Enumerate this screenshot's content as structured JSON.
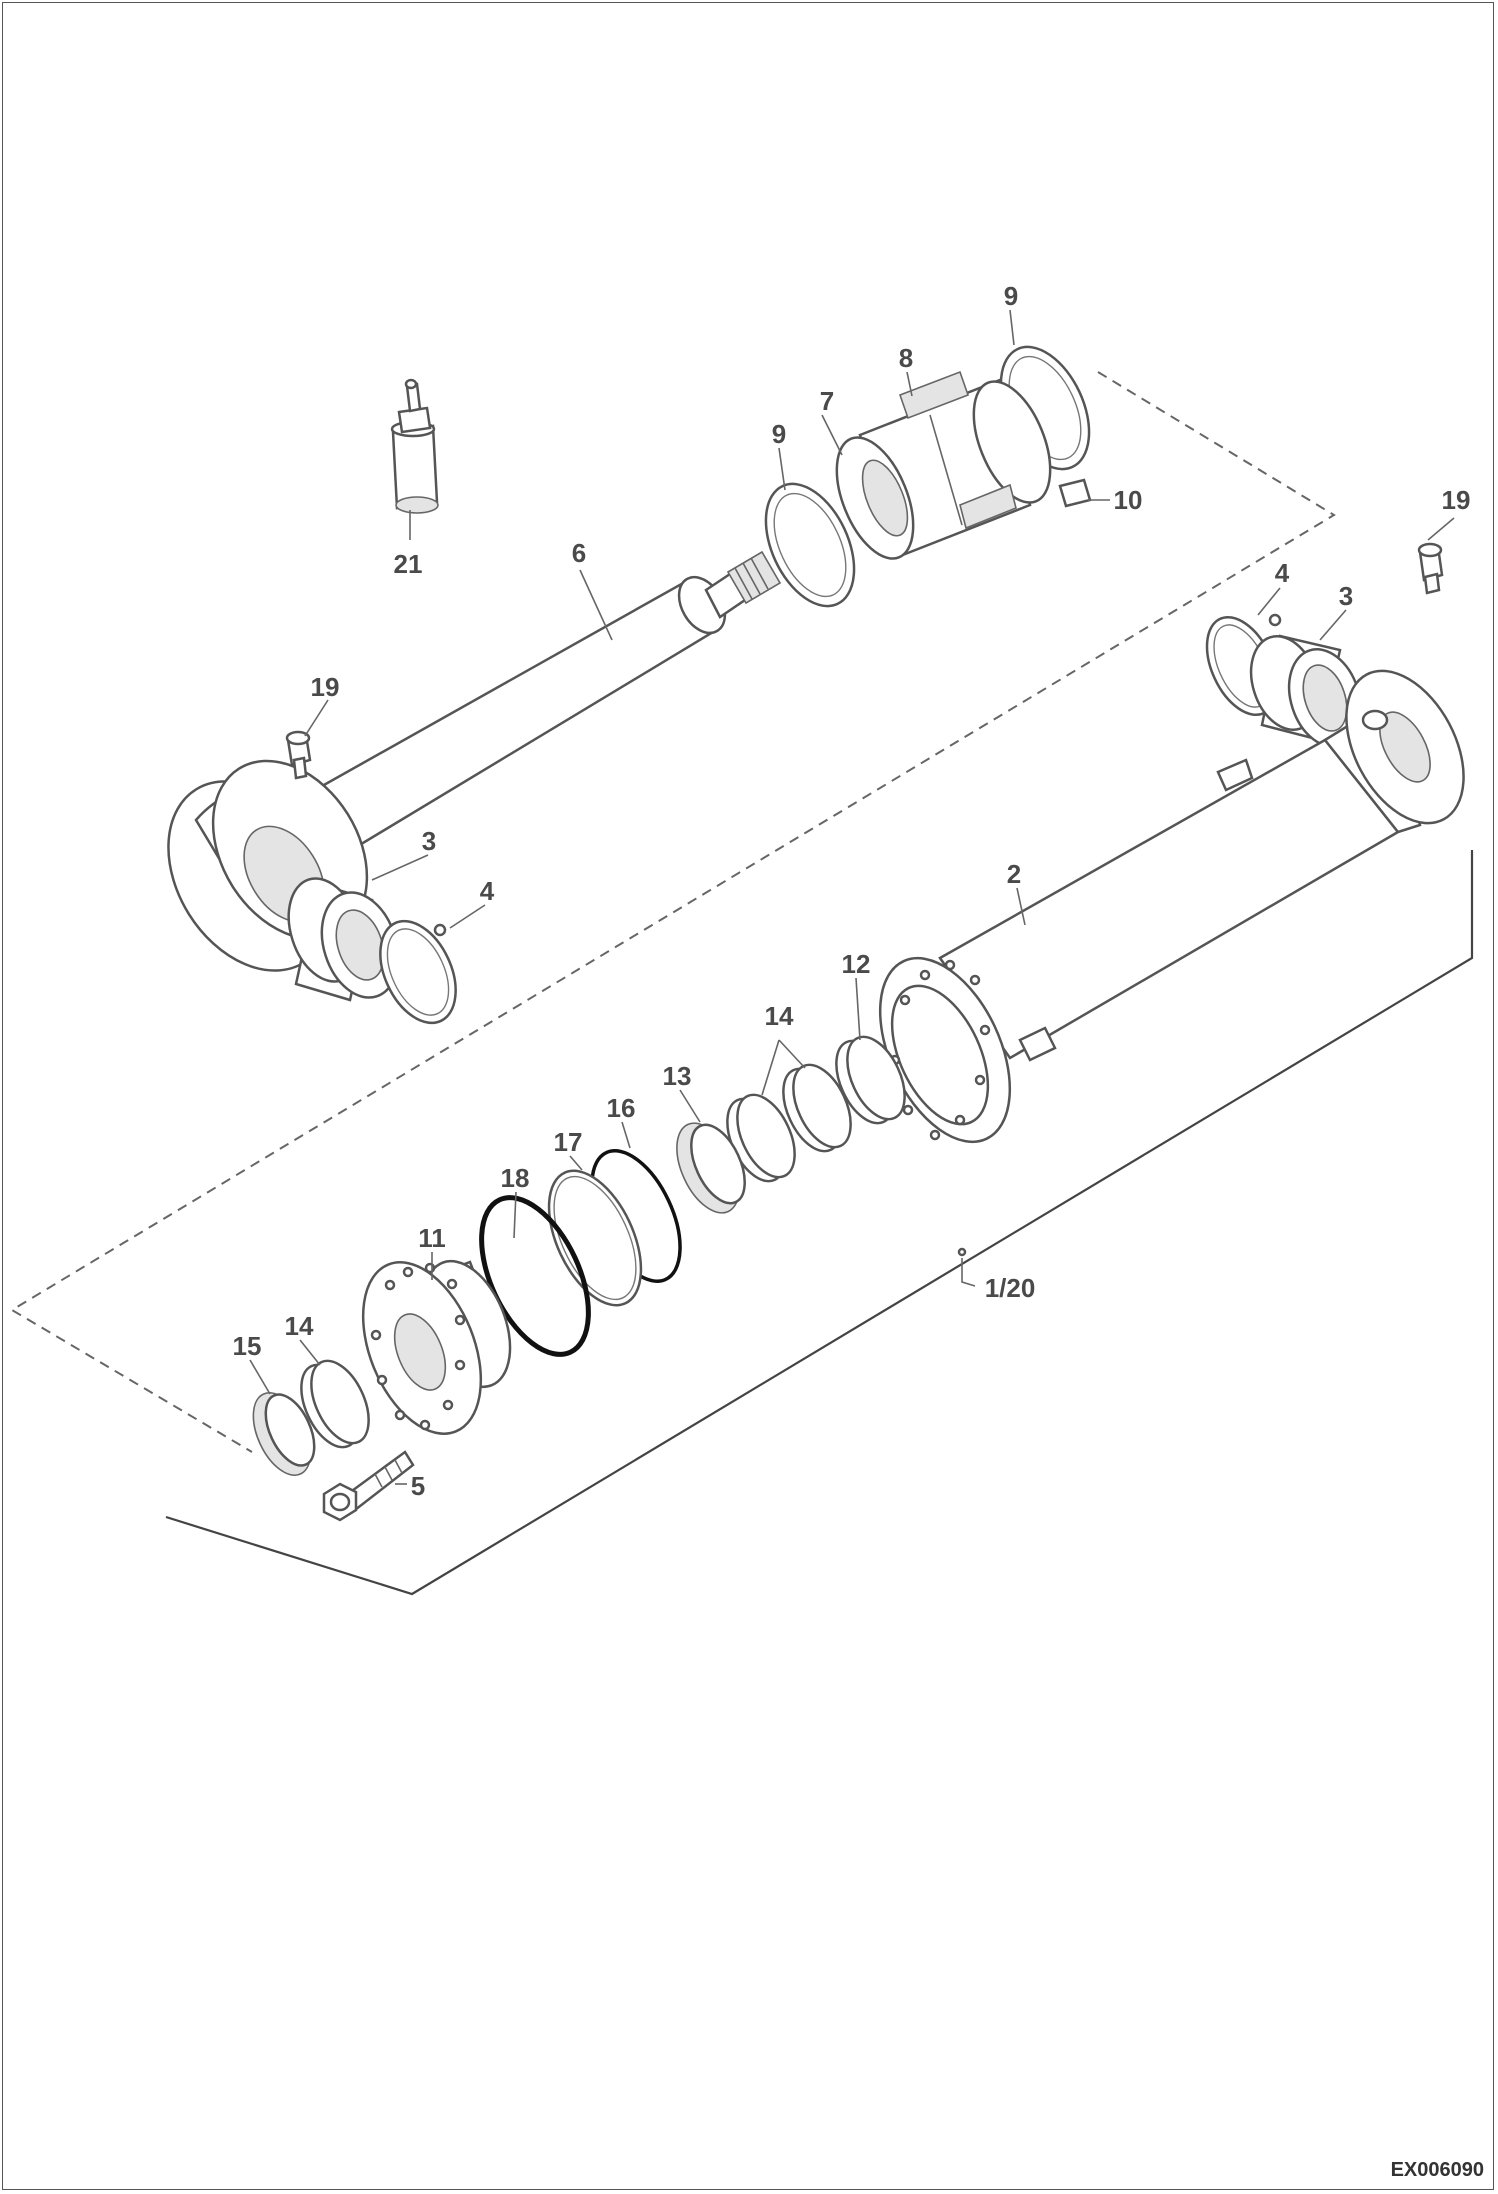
{
  "figure_code": "EX006090",
  "callouts": {
    "c21": "21",
    "c6": "6",
    "c19a": "19",
    "c3a": "3",
    "c4a": "4",
    "c9a": "9",
    "c7": "7",
    "c8": "8",
    "c9b": "9",
    "c10": "10",
    "c19b": "19",
    "c4b": "4",
    "c3b": "3",
    "c2": "2",
    "c12": "12",
    "c14a": "14",
    "c13": "13",
    "c16": "16",
    "c17": "17",
    "c18": "18",
    "c11": "11",
    "c14b": "14",
    "c15": "15",
    "c5": "5",
    "c120": "1/20"
  }
}
